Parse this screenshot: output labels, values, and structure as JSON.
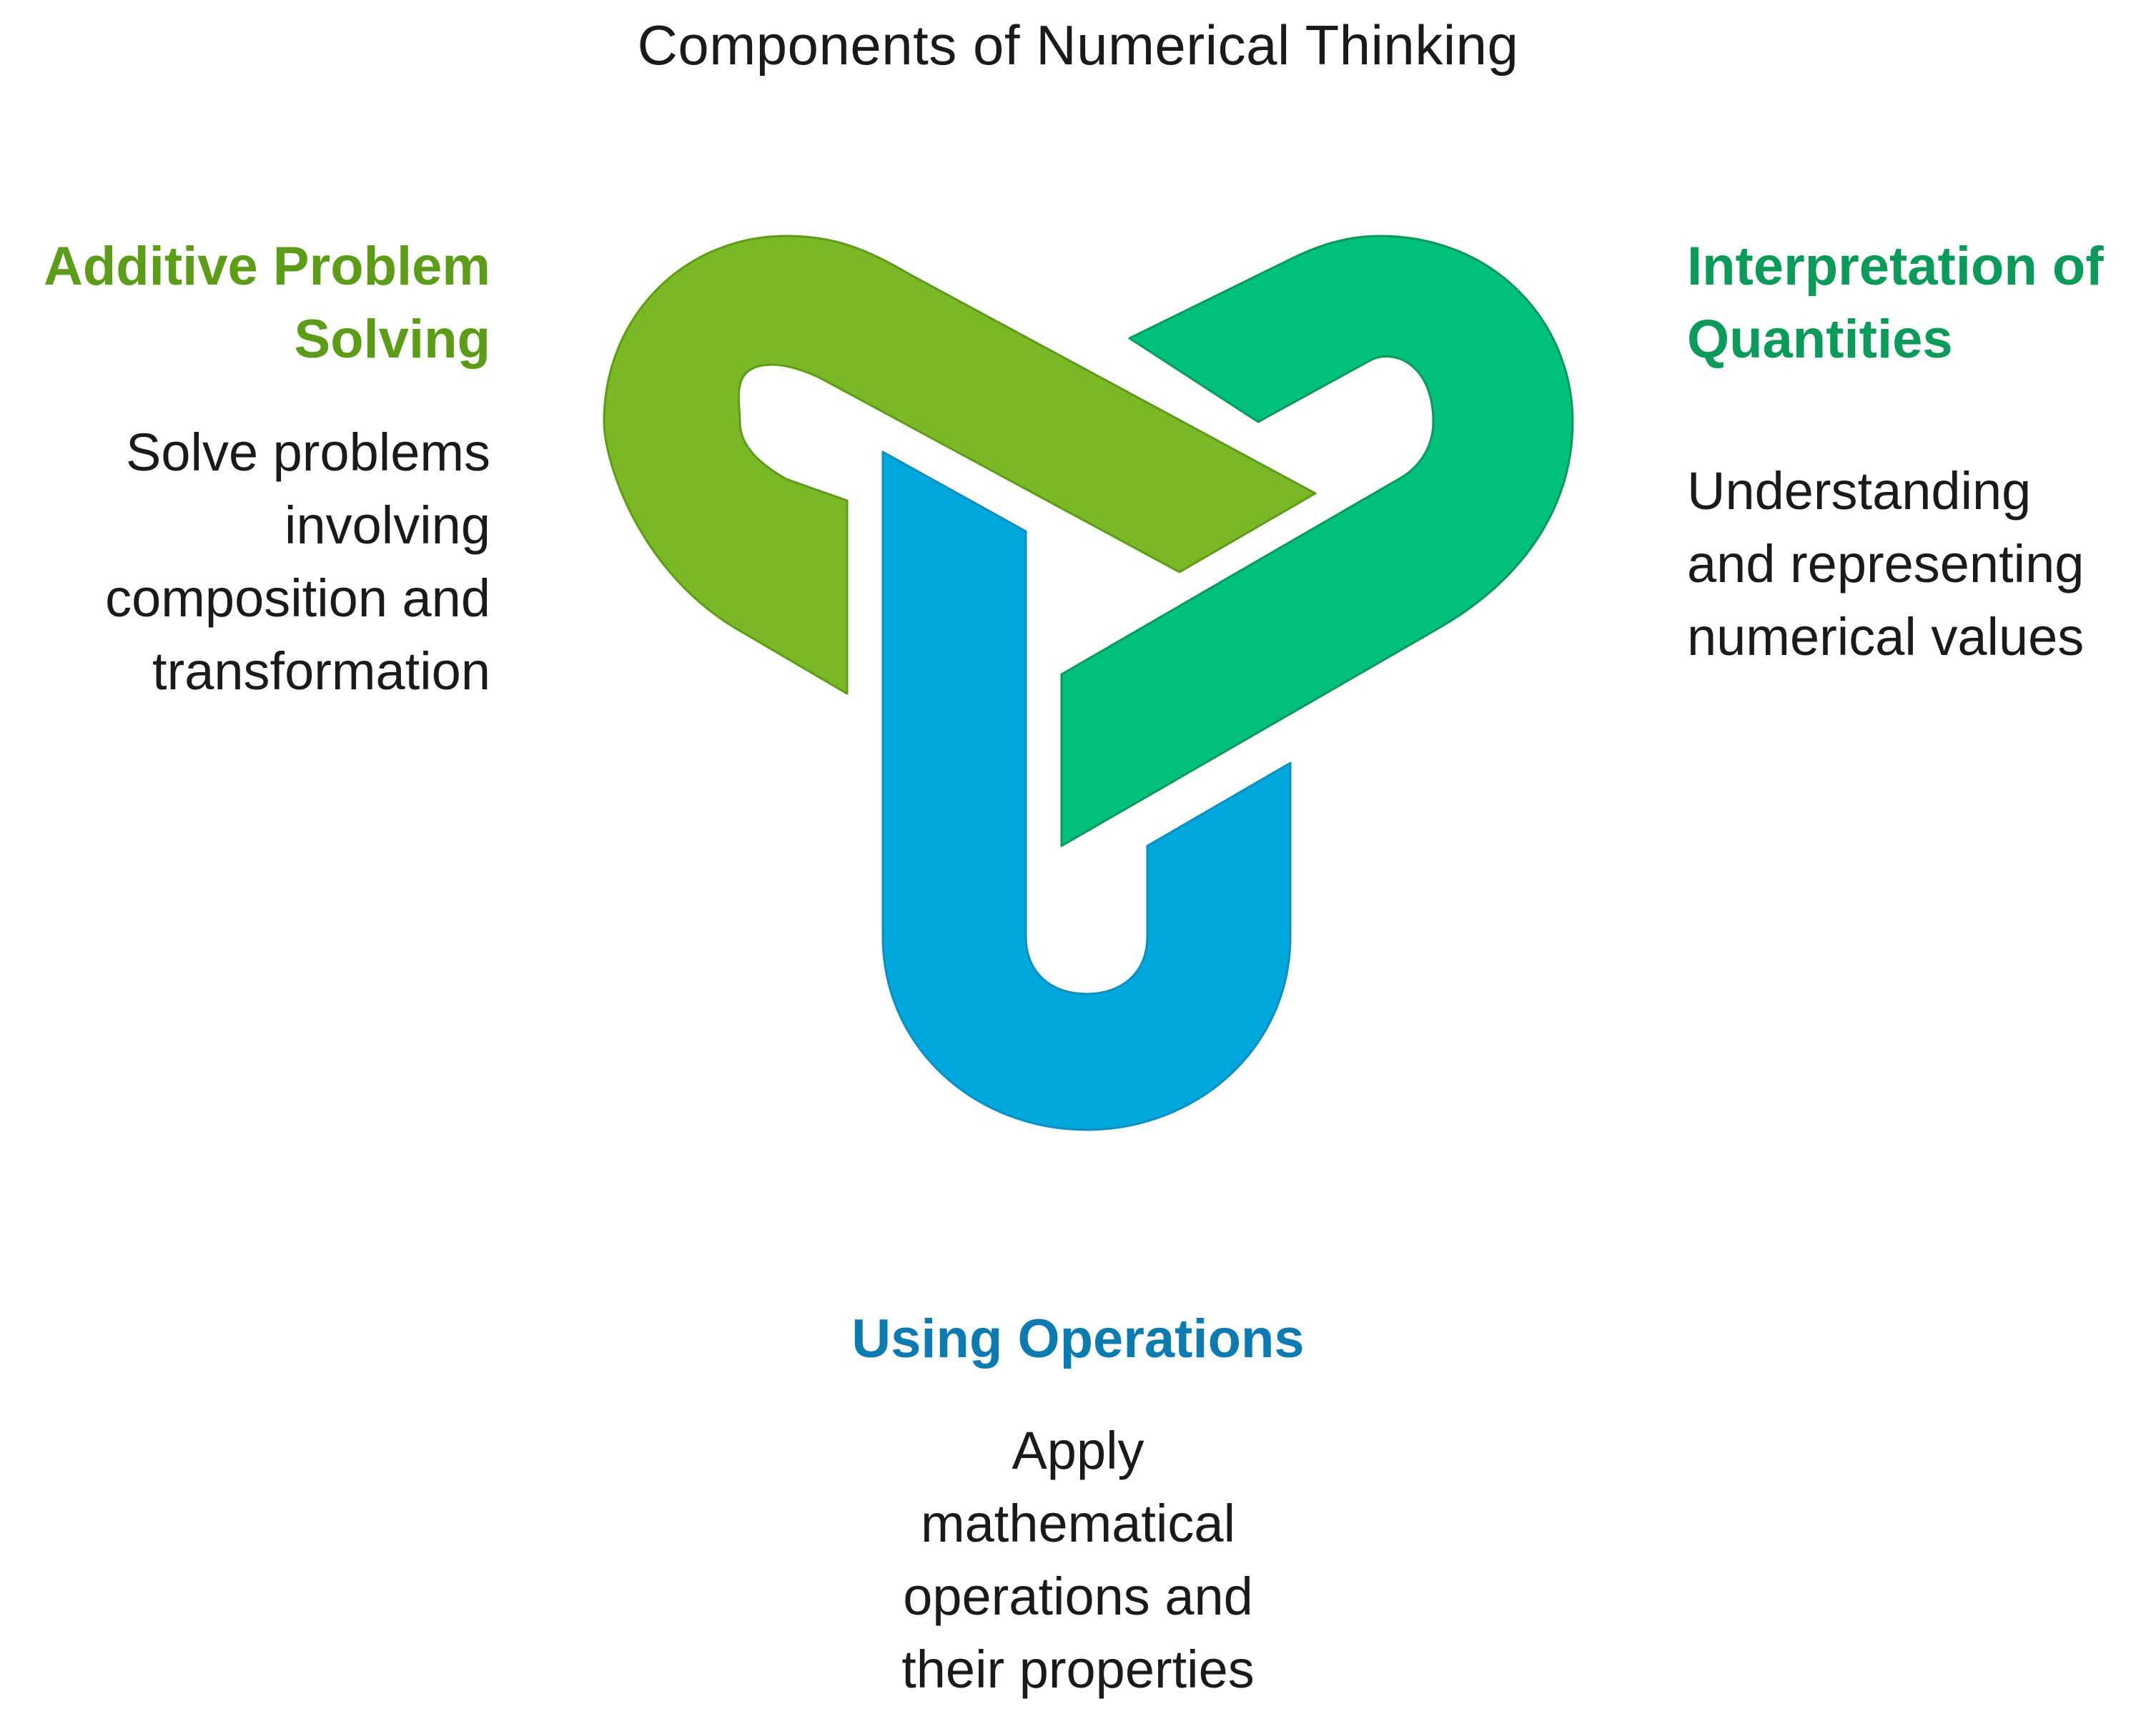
{
  "title": "Components of Numerical Thinking",
  "components": [
    {
      "heading": "Additive Problem\nSolving",
      "description": "Solve problems\ninvolving\ncomposition and\ntransformation",
      "color": "#7ab827"
    },
    {
      "heading": "Interpretation of\nQuantities",
      "description": "Understanding\nand representing\nnumerical values",
      "color": "#00c07c"
    },
    {
      "heading": "Using Operations",
      "description": "Apply\nmathematical\noperations and\ntheir properties",
      "color": "#00a7dc"
    }
  ]
}
